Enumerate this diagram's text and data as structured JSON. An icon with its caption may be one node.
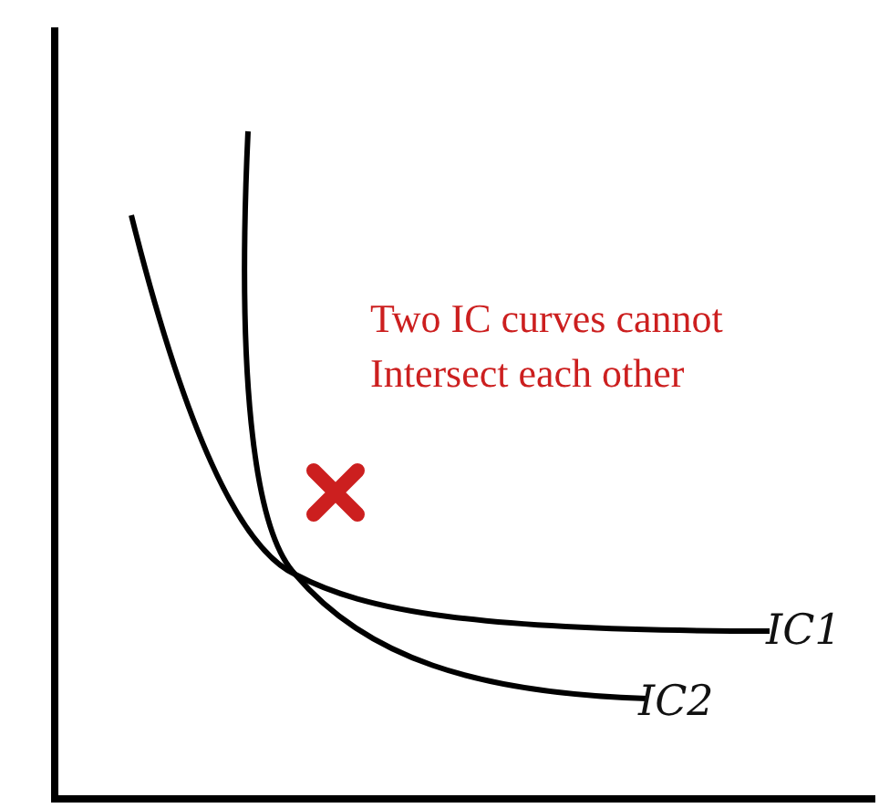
{
  "diagram": {
    "labels": [
      "Two IC curves cannot Intersect each other",
      "IC1",
      "IC2"
    ]
  }
}
